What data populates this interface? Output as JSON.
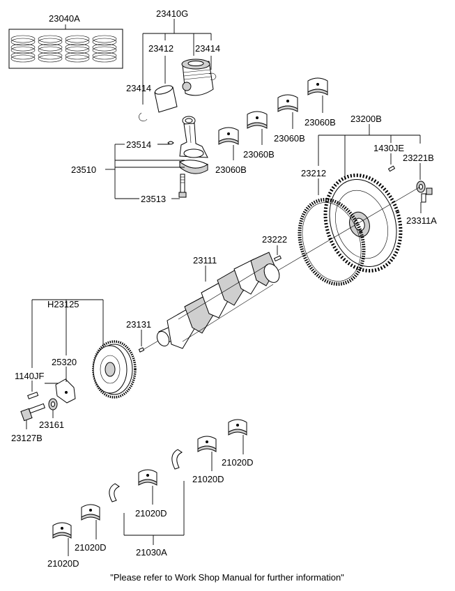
{
  "labels": {
    "piston_ring_set": "23040A",
    "piston_assy": "23410G",
    "piston_pin": "23412",
    "snap_ring_right": "23414",
    "snap_ring_left": "23414",
    "cap_nut": "23514",
    "connecting_rod_assy": "23510",
    "rod_bolt": "23513",
    "upper_bearing_1": "23060B",
    "upper_bearing_2": "23060B",
    "upper_bearing_3": "23060B",
    "upper_bearing_4": "23060B",
    "flywheel_assy": "23200B",
    "dowel_pin": "1430JE",
    "washer_23221b": "23221B",
    "ring_gear": "23212",
    "flywheel_bolt": "23311A",
    "pin_23222": "23222",
    "crankshaft": "23111",
    "key_23131": "23131",
    "damper_pulley": "H23125",
    "sprocket_25320": "25320",
    "bolt_1140jf": "1140JF",
    "washer_23161": "23161",
    "pulley_bolt": "23127B",
    "bearing_21020d_1": "21020D",
    "bearing_21020d_2": "21020D",
    "bearing_21020d_3": "21020D",
    "bearing_21020d_4": "21020D",
    "bearing_21020d_5": "21020D",
    "thrust_bearing": "21030A"
  },
  "footer": {
    "note": "\"Please refer to Work Shop Manual for further information\""
  }
}
